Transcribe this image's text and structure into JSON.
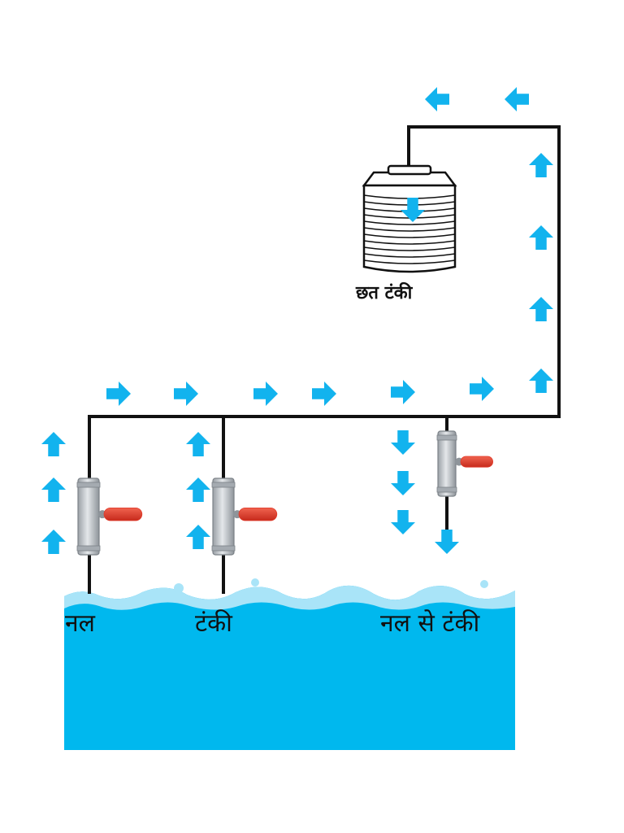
{
  "labels": {
    "roof_tank": "छत टंकी",
    "tap": "नल",
    "tank": "टंकी",
    "tap_to_tank": "नल से टंकी"
  },
  "colors": {
    "arrow": "#12b3ee",
    "water": "#00b8ee",
    "water_foam": "#a9e4f8",
    "pipe": "#111111",
    "valve_body": "#b9bec4",
    "valve_handle": "#e23a2a"
  },
  "icons": {
    "tank": "water-tank-icon",
    "valve": "ball-valve-icon",
    "arrow": "flow-arrow-icon"
  }
}
